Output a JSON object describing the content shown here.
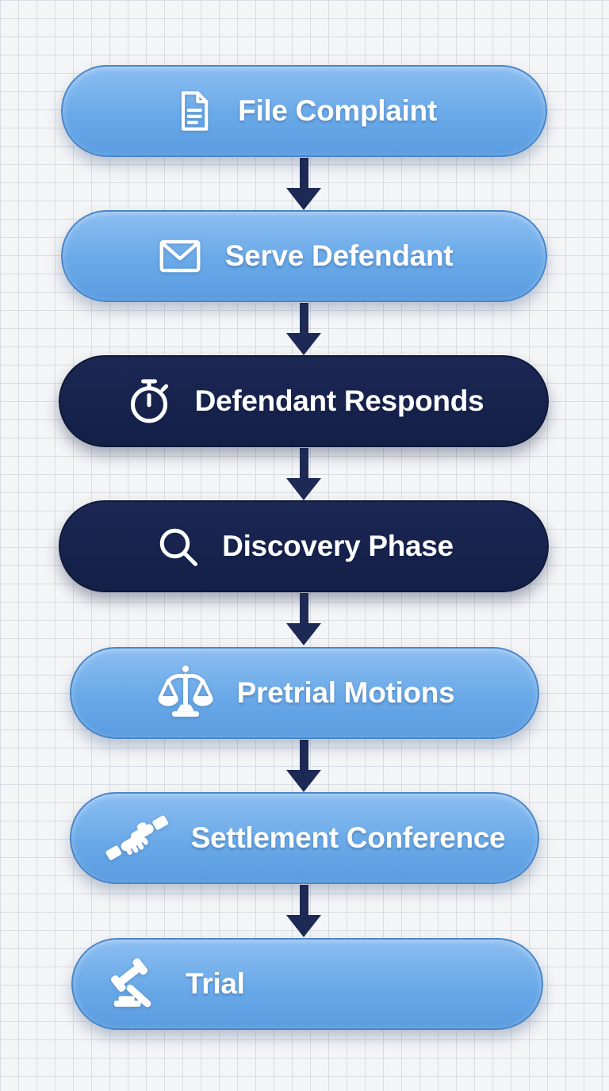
{
  "diagram": {
    "name": "Civil litigation process flowchart",
    "direction": "top-to-bottom",
    "connector_count": 6,
    "connector_style": "solid down arrow"
  },
  "colors": {
    "background": "#f4f5f7",
    "grid_line": "#d9dce2",
    "light_node_top": "#8cbef1",
    "light_node_bottom": "#5a9ce1",
    "light_node_border": "#4b86c5",
    "dark_node_top": "#1b2854",
    "dark_node_bottom": "#141f47",
    "arrow": "#1c2a55",
    "node_text": "#ffffff"
  },
  "nodes": [
    {
      "label": "File Complaint",
      "icon": "file-document-icon",
      "variant": "light"
    },
    {
      "label": "Serve Defendant",
      "icon": "envelope-icon",
      "variant": "light"
    },
    {
      "label": "Defendant Responds",
      "icon": "stopwatch-icon",
      "variant": "dark"
    },
    {
      "label": "Discovery Phase",
      "icon": "magnifier-icon",
      "variant": "dark"
    },
    {
      "label": "Pretrial Motions",
      "icon": "scales-icon",
      "variant": "light"
    },
    {
      "label": "Settlement Conference",
      "icon": "handshake-icon",
      "variant": "light"
    },
    {
      "label": "Trial",
      "icon": "gavel-icon",
      "variant": "light"
    }
  ]
}
